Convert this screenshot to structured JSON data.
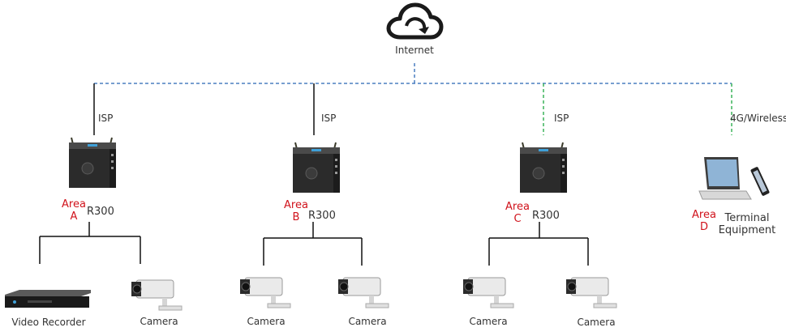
{
  "internet": {
    "label": "Internet",
    "icon": "cloud-sync-icon"
  },
  "links": {
    "isp": "ISP",
    "wireless": "4G/Wireless"
  },
  "router_model": "R300",
  "areas": [
    {
      "line1": "Area",
      "line2": "A"
    },
    {
      "line1": "Area",
      "line2": "B"
    },
    {
      "line1": "Area",
      "line2": "C"
    },
    {
      "line1": "Area",
      "line2": "D"
    }
  ],
  "terminal": {
    "line1": "Terminal",
    "line2": "Equipment"
  },
  "devices": {
    "video_recorder": "Video Recorder",
    "camera": "Camera"
  },
  "colors": {
    "area_label": "#d0121b",
    "wan_dashed": "#4a7fc1",
    "wireless_dashed": "#3cb45a",
    "wired": "#111111"
  }
}
